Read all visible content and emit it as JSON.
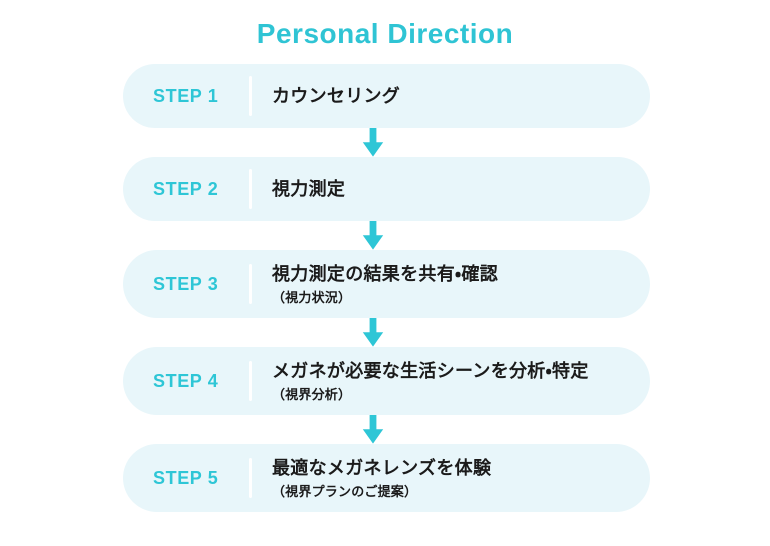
{
  "header": {
    "title": "Personal Direction",
    "title_color": "#2fc4d4"
  },
  "theme": {
    "card_background": "#e8f6fa",
    "accent": "#2ec6d6",
    "arrow_color": "#2ec6d6",
    "text_color": "#1b1b1b",
    "divider_color": "#ffffff",
    "page_background": "#ffffff"
  },
  "flow": {
    "connector_icon": "arrow-down-icon",
    "steps": [
      {
        "label": "STEP 1",
        "text": "カウンセリング",
        "sub": ""
      },
      {
        "label": "STEP 2",
        "text": "視力測定",
        "sub": ""
      },
      {
        "label": "STEP 3",
        "text": "視力測定の結果を共有・確認",
        "sub": "（視力状況）"
      },
      {
        "label": "STEP 4",
        "text": "メガネが必要な生活シーンを分析・特定",
        "sub": "（視界分析）"
      },
      {
        "label": "STEP 5",
        "text": "最適なメガネレンズを体験",
        "sub": "（視界プランのご提案）"
      }
    ]
  }
}
